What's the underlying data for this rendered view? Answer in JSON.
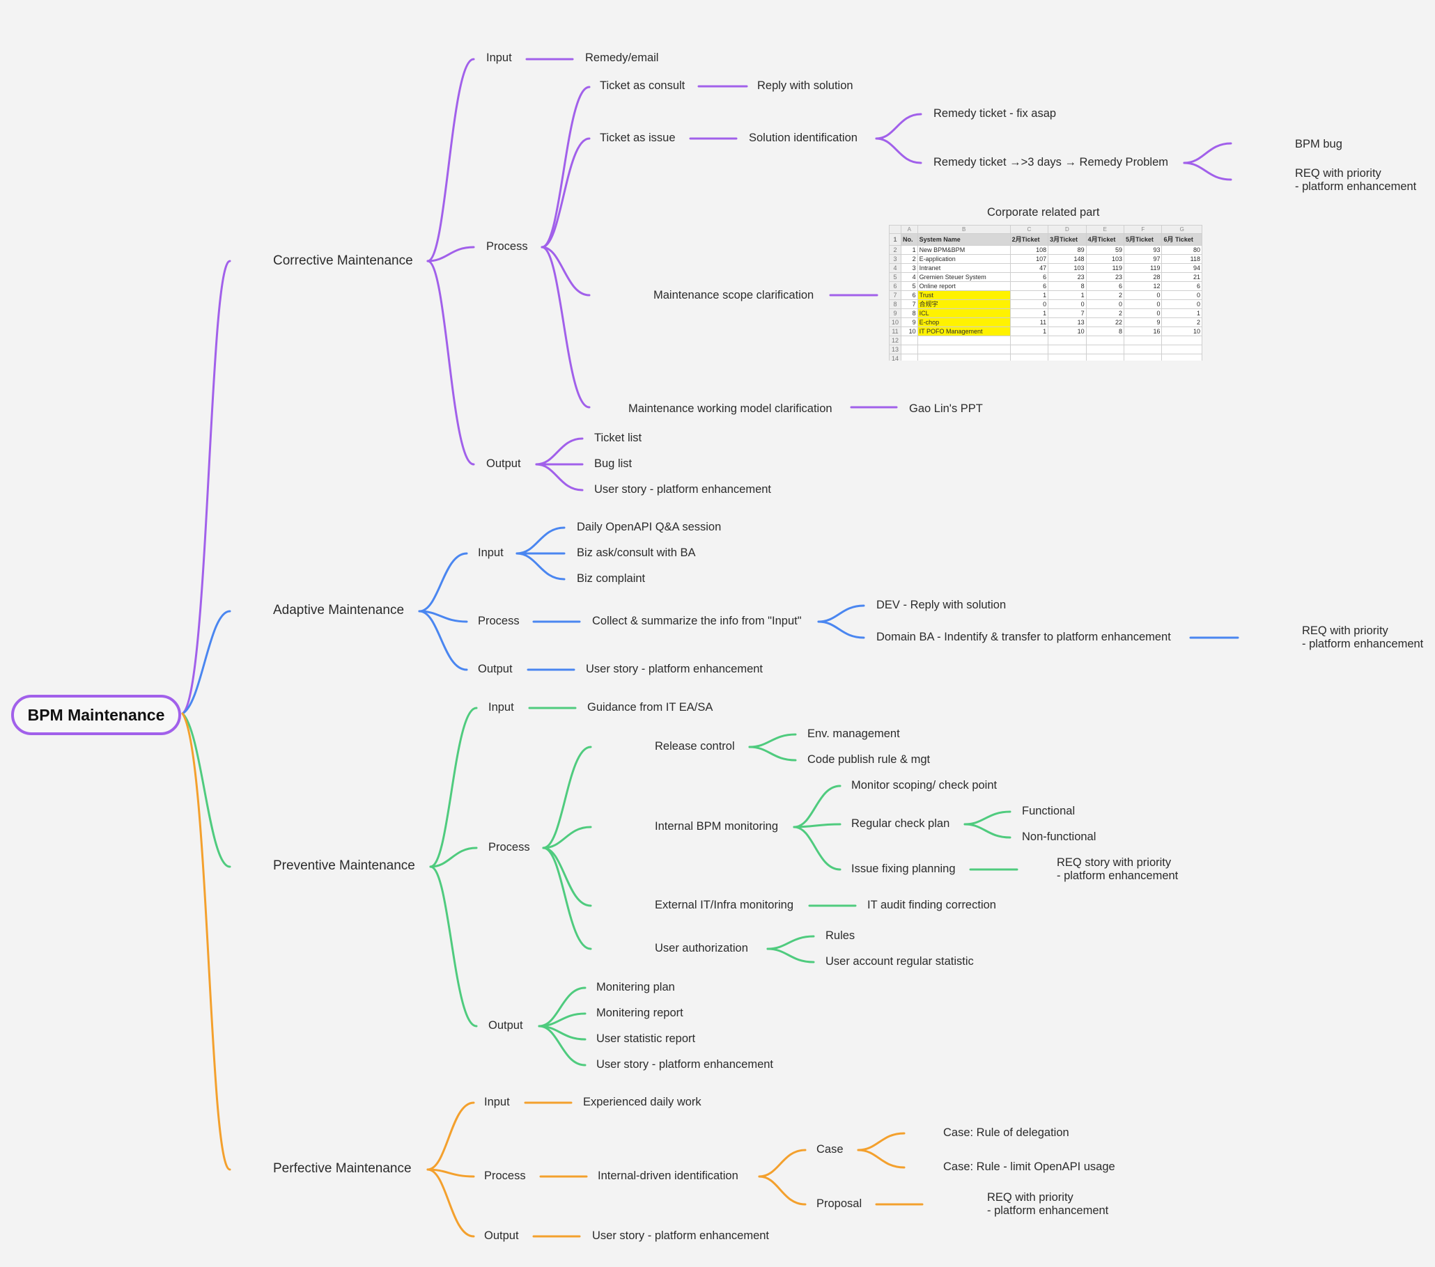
{
  "root": {
    "label": "BPM Maintenance"
  },
  "colors": {
    "corrective": "#a160ea",
    "adaptive": "#4a86f0",
    "preventive": "#4fcb7e",
    "perfective": "#f3a02d"
  },
  "corrective": {
    "label": "Corrective Maintenance",
    "input": {
      "label": "Input",
      "value": "Remedy/email"
    },
    "process": {
      "label": "Process",
      "consult": {
        "label": "Ticket as consult",
        "result": "Reply with solution"
      },
      "issue": {
        "label": "Ticket as issue",
        "solution": "Solution identification",
        "fix": "Remedy ticket - fix asap",
        "problem": "Remedy ticket →>3 days → Remedy Problem",
        "bug": "BPM bug",
        "req": "REQ with priority\n- platform enhancement"
      },
      "scope": {
        "label": "Maintenance scope clarification",
        "caption": "Corporate related part"
      },
      "working_model": {
        "label": "Maintenance working model clarification",
        "result": "Gao Lin's PPT"
      }
    },
    "output": {
      "label": "Output",
      "items": [
        "Ticket list",
        "Bug list",
        "User story - platform enhancement"
      ]
    }
  },
  "sheet": {
    "col_letters": [
      "",
      "A",
      "B",
      "C",
      "D",
      "E",
      "F",
      "G"
    ],
    "header": [
      "No.",
      "System Name",
      "2月Ticket",
      "3月Ticket",
      "4月Ticket",
      "5月Ticket",
      "6月 Ticket"
    ],
    "rows": [
      [
        "1",
        "New BPM&BPM",
        "108",
        "89",
        "59",
        "93",
        "80"
      ],
      [
        "2",
        "E-application",
        "107",
        "148",
        "103",
        "97",
        "118"
      ],
      [
        "3",
        "Intranet",
        "47",
        "103",
        "119",
        "119",
        "94"
      ],
      [
        "4",
        "Gremien Steuer System",
        "6",
        "23",
        "23",
        "28",
        "21"
      ],
      [
        "5",
        "Online report",
        "6",
        "8",
        "6",
        "12",
        "6"
      ],
      [
        "6",
        "Trust",
        "1",
        "1",
        "2",
        "0",
        "0"
      ],
      [
        "7",
        "合规宇",
        "0",
        "0",
        "0",
        "0",
        "0"
      ],
      [
        "8",
        "ICL",
        "1",
        "7",
        "2",
        "0",
        "1"
      ],
      [
        "9",
        "E-chop",
        "11",
        "13",
        "22",
        "9",
        "2"
      ],
      [
        "10",
        "IT POFO Management",
        "1",
        "10",
        "8",
        "16",
        "10"
      ]
    ]
  },
  "adaptive": {
    "label": "Adaptive Maintenance",
    "input": {
      "label": "Input",
      "items": [
        "Daily OpenAPI  Q&A session",
        "Biz ask/consult with BA",
        "Biz complaint"
      ]
    },
    "process": {
      "label": "Process",
      "collect": "Collect & summarize the info from \"Input\"",
      "dev": "DEV - Reply with solution",
      "domain": "Domain BA - Indentify & transfer to platform enhancement",
      "req": "REQ with priority\n- platform enhancement"
    },
    "output": {
      "label": "Output",
      "value": "User story - platform enhancement"
    }
  },
  "preventive": {
    "label": "Preventive Maintenance",
    "input": {
      "label": "Input",
      "value": "Guidance from IT EA/SA"
    },
    "process": {
      "label": "Process",
      "release": {
        "label": "Release control",
        "items": [
          "Env. management",
          "Code publish rule & mgt"
        ]
      },
      "internal": {
        "label": "Internal BPM monitoring",
        "scoping": "Monitor scoping/ check point",
        "check": {
          "label": "Regular check plan",
          "items": [
            "Functional",
            "Non-functional"
          ]
        },
        "issue": {
          "label": "Issue fixing planning",
          "req": "REQ story with priority\n- platform enhancement"
        }
      },
      "external": {
        "label": "External IT/Infra monitoring",
        "result": "IT audit finding correction"
      },
      "auth": {
        "label": "User authorization",
        "items": [
          "Rules",
          "User account regular statistic"
        ]
      }
    },
    "output": {
      "label": "Output",
      "items": [
        "Monitering plan",
        "Monitering report",
        "User statistic report",
        "User story - platform enhancement"
      ]
    }
  },
  "perfective": {
    "label": "Perfective Maintenance",
    "input": {
      "label": "Input",
      "value": "Experienced daily work"
    },
    "process": {
      "label": "Process",
      "internal": "Internal-driven identification",
      "case": {
        "label": "Case",
        "items": [
          "Case: Rule of delegation",
          "Case: Rule - limit OpenAPI usage"
        ]
      },
      "proposal": {
        "label": "Proposal",
        "req": "REQ with priority\n- platform enhancement"
      }
    },
    "output": {
      "label": "Output",
      "value": "User story - platform enhancement"
    }
  }
}
